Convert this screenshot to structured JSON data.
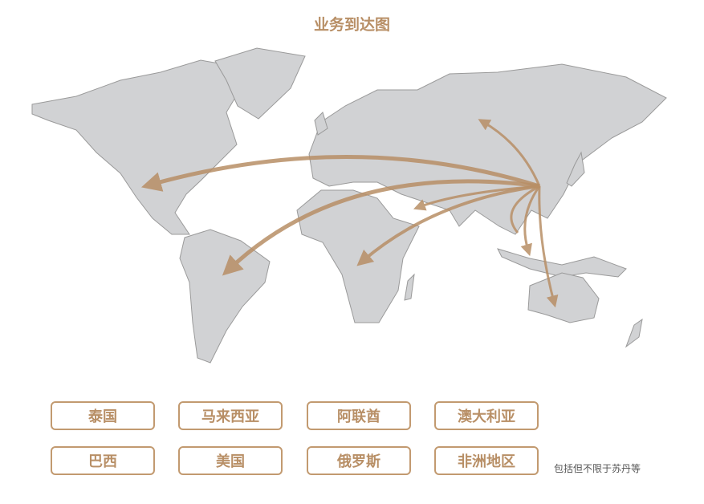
{
  "title": "业务到达图",
  "accent_color": "#b88f66",
  "land_color": "#d1d2d4",
  "destinations": [
    "泰国",
    "马来西亚",
    "阿联酋",
    "澳大利亚",
    "巴西",
    "美国",
    "俄罗斯",
    "非洲地区"
  ],
  "note": "包括但不限于苏丹等"
}
